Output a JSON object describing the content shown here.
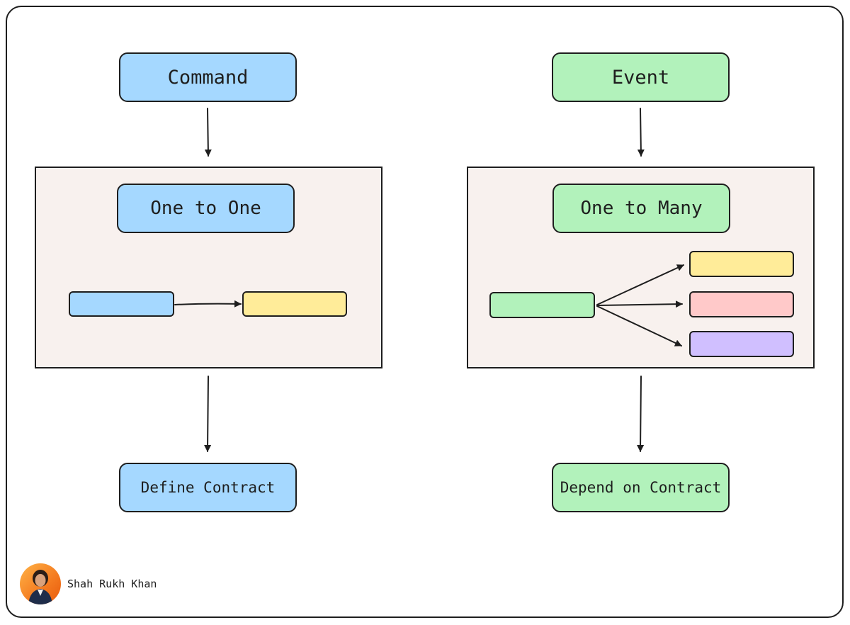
{
  "colors": {
    "blue": "#a5d8ff",
    "green": "#b2f2bb",
    "yellow": "#ffec99",
    "pink": "#ffc9c9",
    "purple": "#d0bfff",
    "panel": "#f8f1ee",
    "stroke": "#1e1e1e"
  },
  "left": {
    "top_label": "Command",
    "panel_label": "One to One",
    "bottom_label": "Define Contract"
  },
  "right": {
    "top_label": "Event",
    "panel_label": "One to Many",
    "bottom_label": "Depend on Contract"
  },
  "author": {
    "name": "Shah Rukh Khan",
    "avatar_icon": "person-avatar-icon"
  }
}
